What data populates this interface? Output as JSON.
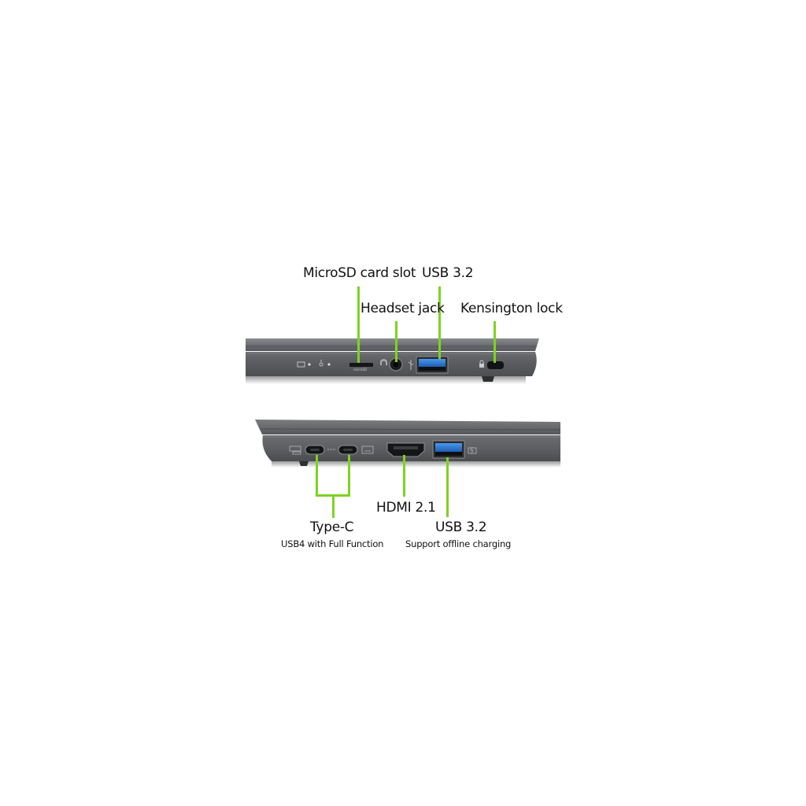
{
  "top_view": {
    "labels": {
      "microsd": "MicroSD card slot",
      "usb32": "USB 3.2",
      "headset": "Headset jack",
      "kensington": "Kensington lock"
    },
    "tiny_print": {
      "microsd_logo": "microSD"
    }
  },
  "bottom_view": {
    "labels": {
      "hdmi": "HDMI 2.1",
      "typec": "Type-C",
      "typec_sub": "USB4 with Full Function",
      "usb32": "USB 3.2",
      "usb32_sub": "Support offline charging"
    }
  },
  "colors": {
    "leader_line": "#7ed321",
    "chassis": "#5b5d62",
    "port_blue": "#2b79d6"
  }
}
